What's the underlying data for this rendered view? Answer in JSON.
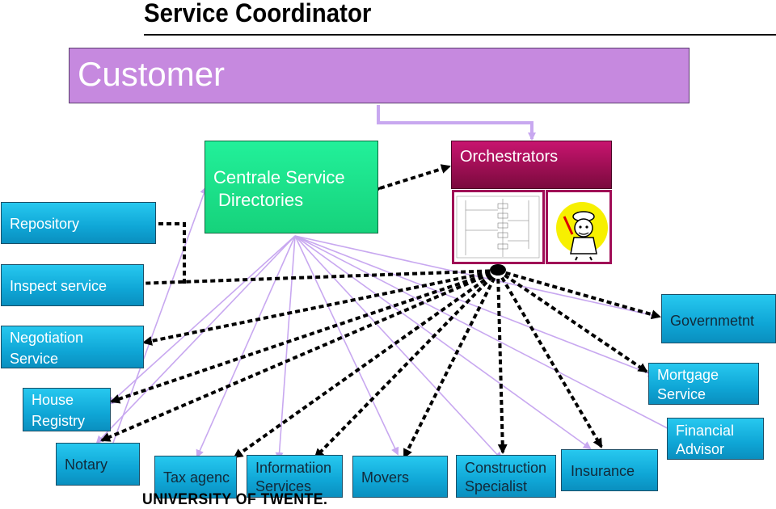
{
  "title": "Service Coordinator",
  "customer": "Customer",
  "central": {
    "line1": "Centrale Service",
    "line2": "Directories"
  },
  "orchestrators": "Orchestrators",
  "footer": "UNIVERSITY OF TWENTE.",
  "services": {
    "repository": "Repository",
    "inspect": "Inspect service",
    "negotiation_1": "Negotiation",
    "negotiation_2": "Service",
    "house_1": "House",
    "house_2": "Registry",
    "notary": "Notary",
    "tax": "Tax agenc",
    "info_1": "Informatiion",
    "info_2": "Services",
    "movers": "Movers",
    "construction_1": "Construction",
    "construction_2": "Specialist",
    "insurance": "Insurance",
    "government": "Governmetnt",
    "mortgage_1": "Mortgage",
    "mortgage_2": "Service",
    "financial_1": "Financial",
    "financial_2": "Advisor"
  },
  "colors": {
    "customer": "#c689df",
    "central": "#22f09a",
    "orchestrators": "#a00c56",
    "service": "#15b4e2",
    "link": "#c8a8f0",
    "dashed": "#000000"
  }
}
